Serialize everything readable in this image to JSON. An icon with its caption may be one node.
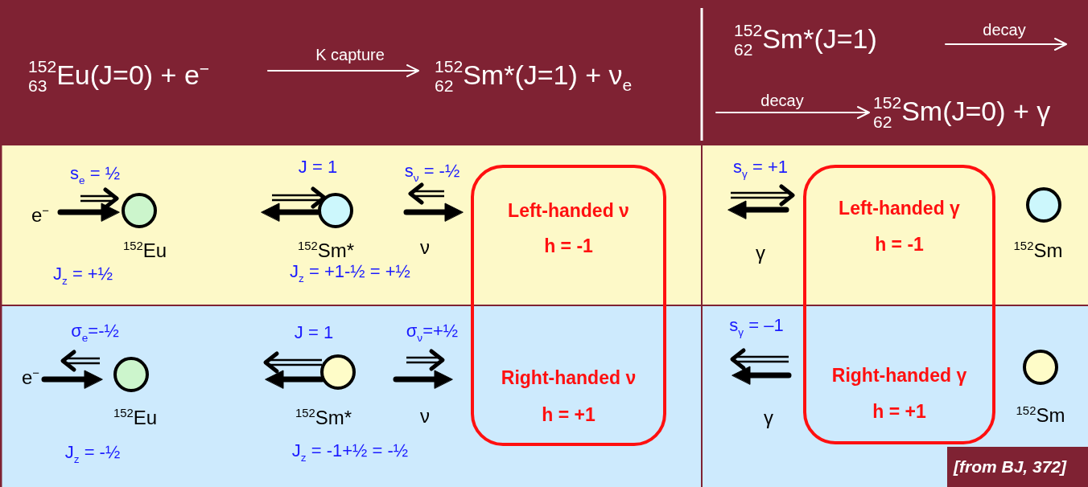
{
  "diagram": {
    "nodes": [
      {
        "text": [],
        "shape": "circle",
        "beside": [
          "$^{152}$Eu"
        ]
      },
      {
        "text": [],
        "shape": "circle",
        "beside": [
          "$^{152}$Sm*"
        ]
      },
      {
        "text": [
          "Left-handed ν",
          "h = -1",
          "Right-handed ν",
          "h = +1"
        ]
      },
      {
        "text": [
          "Left-handed γ",
          "h = -1",
          "Right-handed γ",
          "h = +1"
        ]
      },
      {
        "text": [],
        "shape": "circle",
        "beside": [
          "$^{152}$Sm"
        ]
      },
      {
        "text": [],
        "shape": "circle",
        "beside": [
          "$^{152}$Eu"
        ]
      },
      {
        "text": [],
        "shape": "circle",
        "beside": [
          "$^{152}$Sm*"
        ]
      },
      {
        "text": [],
        "shape": "circle",
        "beside": [
          "$^{152}$Sm"
        ]
      }
    ],
    "labels": [
      "$_{63}$$^{152}$Eu(J=0) + e$^{−}$",
      "K capture",
      "$_{62}$$^{152}$Sm*(J=1) + ν$_{e}$",
      "$_{62}$$^{152}$Sm*(J=1)",
      "decay",
      "decay",
      "$_{62}$$^{152}$Sm(J=0) + γ",
      "s$_{e}$ = ½",
      "J = 1",
      "s$_{ν}$ = -½",
      "s$_{γ}$ = +1",
      "e$^{−}$",
      "ν",
      "γ",
      "J$_{z}$ = +½",
      "J$_{z}$ = +1-½ = +½",
      "σ$_{e}$=-½",
      "J = 1",
      "σ$_{ν}$=+½",
      "s$_{γ}$ = –1",
      "e$^{−}$",
      "ν",
      "γ",
      "J$_{z}$ = -½",
      "J$_{z}$ = -1+½ = -½",
      "[from BJ, 372]"
    ]
  }
}
